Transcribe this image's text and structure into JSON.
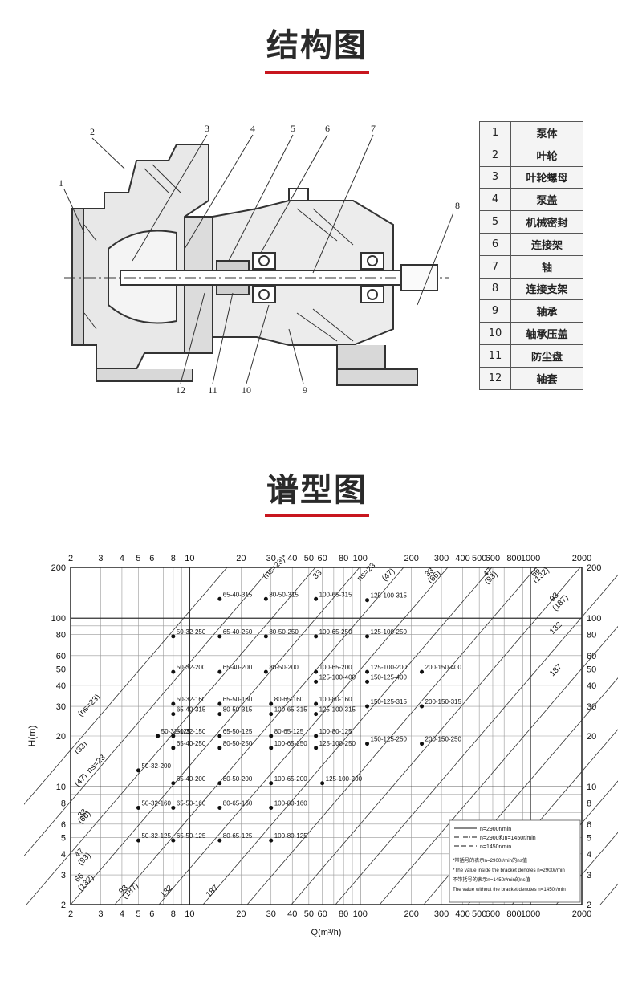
{
  "sections": {
    "structure_title": "结构图",
    "spectrum_title": "谱型图"
  },
  "structure": {
    "callouts": [
      "1",
      "2",
      "3",
      "4",
      "5",
      "6",
      "7",
      "8",
      "9",
      "10",
      "11",
      "12"
    ],
    "parts": [
      {
        "no": "1",
        "name": "泵体"
      },
      {
        "no": "2",
        "name": "叶轮"
      },
      {
        "no": "3",
        "name": "叶轮螺母"
      },
      {
        "no": "4",
        "name": "泵盖"
      },
      {
        "no": "5",
        "name": "机械密封"
      },
      {
        "no": "6",
        "name": "连接架"
      },
      {
        "no": "7",
        "name": "轴"
      },
      {
        "no": "8",
        "name": "连接支架"
      },
      {
        "no": "9",
        "name": "轴承"
      },
      {
        "no": "10",
        "name": "轴承压盖"
      },
      {
        "no": "11",
        "name": "防尘盘"
      },
      {
        "no": "12",
        "name": "轴套"
      }
    ]
  },
  "chart_data": {
    "type": "scatter",
    "xlabel": "Q(m³/h)",
    "ylabel": "H(m)",
    "xscale": "log",
    "yscale": "log",
    "xlim": [
      2,
      2000
    ],
    "ylim": [
      2,
      200
    ],
    "x_ticks": [
      "2",
      "3",
      "4",
      "5",
      "6",
      "8",
      "10",
      "20",
      "30",
      "40",
      "50",
      "60",
      "80",
      "100",
      "200",
      "300",
      "400",
      "500",
      "600",
      "800",
      "1000",
      "2000"
    ],
    "y_ticks": [
      "2",
      "3",
      "4",
      "5",
      "6",
      "8",
      "10",
      "20",
      "30",
      "40",
      "50",
      "60",
      "80",
      "100",
      "200"
    ],
    "models": [
      {
        "label": "65-40-315",
        "x": 15,
        "y": 130
      },
      {
        "label": "80-50-315",
        "x": 28,
        "y": 130
      },
      {
        "label": "100-65-315",
        "x": 55,
        "y": 130
      },
      {
        "label": "125-100-315",
        "x": 110,
        "y": 128
      },
      {
        "label": "50-32-250",
        "x": 8,
        "y": 78
      },
      {
        "label": "65-40-250",
        "x": 15,
        "y": 78
      },
      {
        "label": "80-50-250",
        "x": 28,
        "y": 78
      },
      {
        "label": "100-65-250",
        "x": 55,
        "y": 78
      },
      {
        "label": "125-100-250",
        "x": 110,
        "y": 78
      },
      {
        "label": "50-32-200",
        "x": 8,
        "y": 48
      },
      {
        "label": "65-40-200",
        "x": 15,
        "y": 48
      },
      {
        "label": "80-50-200",
        "x": 28,
        "y": 48
      },
      {
        "label": "100-65-200",
        "x": 55,
        "y": 48
      },
      {
        "label": "125-100-200",
        "x": 110,
        "y": 48
      },
      {
        "label": "200-150-400",
        "x": 230,
        "y": 48
      },
      {
        "label": "125-100-400",
        "x": 55,
        "y": 42
      },
      {
        "label": "150-125-400",
        "x": 110,
        "y": 42
      },
      {
        "label": "50-32-160",
        "x": 8,
        "y": 31
      },
      {
        "label": "65-50-160",
        "x": 15,
        "y": 31
      },
      {
        "label": "80-65-160",
        "x": 30,
        "y": 31
      },
      {
        "label": "100-80-160",
        "x": 55,
        "y": 31
      },
      {
        "label": "150-125-315",
        "x": 110,
        "y": 30
      },
      {
        "label": "200-150-315",
        "x": 230,
        "y": 30
      },
      {
        "label": "65-40-315",
        "x": 8,
        "y": 27
      },
      {
        "label": "80-50-315",
        "x": 15,
        "y": 27
      },
      {
        "label": "100-65-315",
        "x": 30,
        "y": 27
      },
      {
        "label": "125-100-315",
        "x": 55,
        "y": 27
      },
      {
        "label": "50-32-125",
        "x": 6.5,
        "y": 20
      },
      {
        "label": "50-32-150",
        "x": 8,
        "y": 20
      },
      {
        "label": "65-50-125",
        "x": 15,
        "y": 20
      },
      {
        "label": "80-65-125",
        "x": 30,
        "y": 20
      },
      {
        "label": "100-80-125",
        "x": 55,
        "y": 20
      },
      {
        "label": "150-125-250",
        "x": 110,
        "y": 18
      },
      {
        "label": "200-150-250",
        "x": 230,
        "y": 18
      },
      {
        "label": "65-40-250",
        "x": 8,
        "y": 17
      },
      {
        "label": "80-50-250",
        "x": 15,
        "y": 17
      },
      {
        "label": "100-65-250",
        "x": 30,
        "y": 17
      },
      {
        "label": "125-100-250",
        "x": 55,
        "y": 17
      },
      {
        "label": "50-32-200",
        "x": 5,
        "y": 12.5
      },
      {
        "label": "65-40-200",
        "x": 8,
        "y": 10.5
      },
      {
        "label": "80-50-200",
        "x": 15,
        "y": 10.5
      },
      {
        "label": "100-65-200",
        "x": 30,
        "y": 10.5
      },
      {
        "label": "125-100-200",
        "x": 60,
        "y": 10.5
      },
      {
        "label": "50-32-160",
        "x": 5,
        "y": 7.5
      },
      {
        "label": "65-50-160",
        "x": 8,
        "y": 7.5
      },
      {
        "label": "80-65-160",
        "x": 15,
        "y": 7.5
      },
      {
        "label": "100-80-160",
        "x": 30,
        "y": 7.5
      },
      {
        "label": "50-32-125",
        "x": 5,
        "y": 4.8
      },
      {
        "label": "65-50-125",
        "x": 8,
        "y": 4.8
      },
      {
        "label": "80-65-125",
        "x": 15,
        "y": 4.8
      },
      {
        "label": "100-80-125",
        "x": 30,
        "y": 4.8
      }
    ],
    "ns_labels": [
      {
        "label": "(ns=23)*",
        "x": 28,
        "y": 170
      },
      {
        "label": "33",
        "x": 55,
        "y": 170
      },
      {
        "label": "ns=23",
        "x": 100,
        "y": 165
      },
      {
        "label": "(47)",
        "x": 140,
        "y": 165
      },
      {
        "label": "33",
        "x": 250,
        "y": 175
      },
      {
        "label": "(66)",
        "x": 260,
        "y": 160
      },
      {
        "label": "47",
        "x": 550,
        "y": 175
      },
      {
        "label": "(93)",
        "x": 560,
        "y": 158
      },
      {
        "label": "66",
        "x": 1050,
        "y": 175
      },
      {
        "label": "(132)",
        "x": 1080,
        "y": 160
      },
      {
        "label": "93",
        "x": 1350,
        "y": 125
      },
      {
        "label": "(187)",
        "x": 1400,
        "y": 110
      },
      {
        "label": "132",
        "x": 1350,
        "y": 80
      },
      {
        "label": "187",
        "x": 1350,
        "y": 45
      },
      {
        "label": "(ns=23)",
        "x": 2.3,
        "y": 26
      },
      {
        "label": "(33)",
        "x": 2.2,
        "y": 15.5
      },
      {
        "label": "ns=23",
        "x": 2.6,
        "y": 12
      },
      {
        "label": "(47)",
        "x": 2.2,
        "y": 10
      },
      {
        "label": "33",
        "x": 2.3,
        "y": 6.5
      },
      {
        "label": "(66)",
        "x": 2.3,
        "y": 6
      },
      {
        "label": "47",
        "x": 2.2,
        "y": 3.8
      },
      {
        "label": "(93)",
        "x": 2.3,
        "y": 3.4
      },
      {
        "label": "66",
        "x": 2.2,
        "y": 2.7
      },
      {
        "label": "(132)",
        "x": 2.3,
        "y": 2.4
      },
      {
        "label": "93",
        "x": 4,
        "y": 2.3
      },
      {
        "label": "(187)",
        "x": 4.2,
        "y": 2.15
      },
      {
        "label": "132",
        "x": 7,
        "y": 2.2
      },
      {
        "label": "187",
        "x": 13,
        "y": 2.2
      }
    ],
    "legend": [
      {
        "style": "solid-dot",
        "label": "n=2900r/min"
      },
      {
        "style": "dash-dot",
        "label": "n=2900和n=1450r/min"
      },
      {
        "style": "dashed",
        "label": "n=1450r/min"
      }
    ],
    "notes": [
      "*带括号的表示n=2900r/min的ns值",
      "*The value inside the bracket denotes n=2900r/min",
      "不带括号的表示n=1450r/min的ns值",
      "The value without the bracket denotes n=1450r/min"
    ]
  }
}
